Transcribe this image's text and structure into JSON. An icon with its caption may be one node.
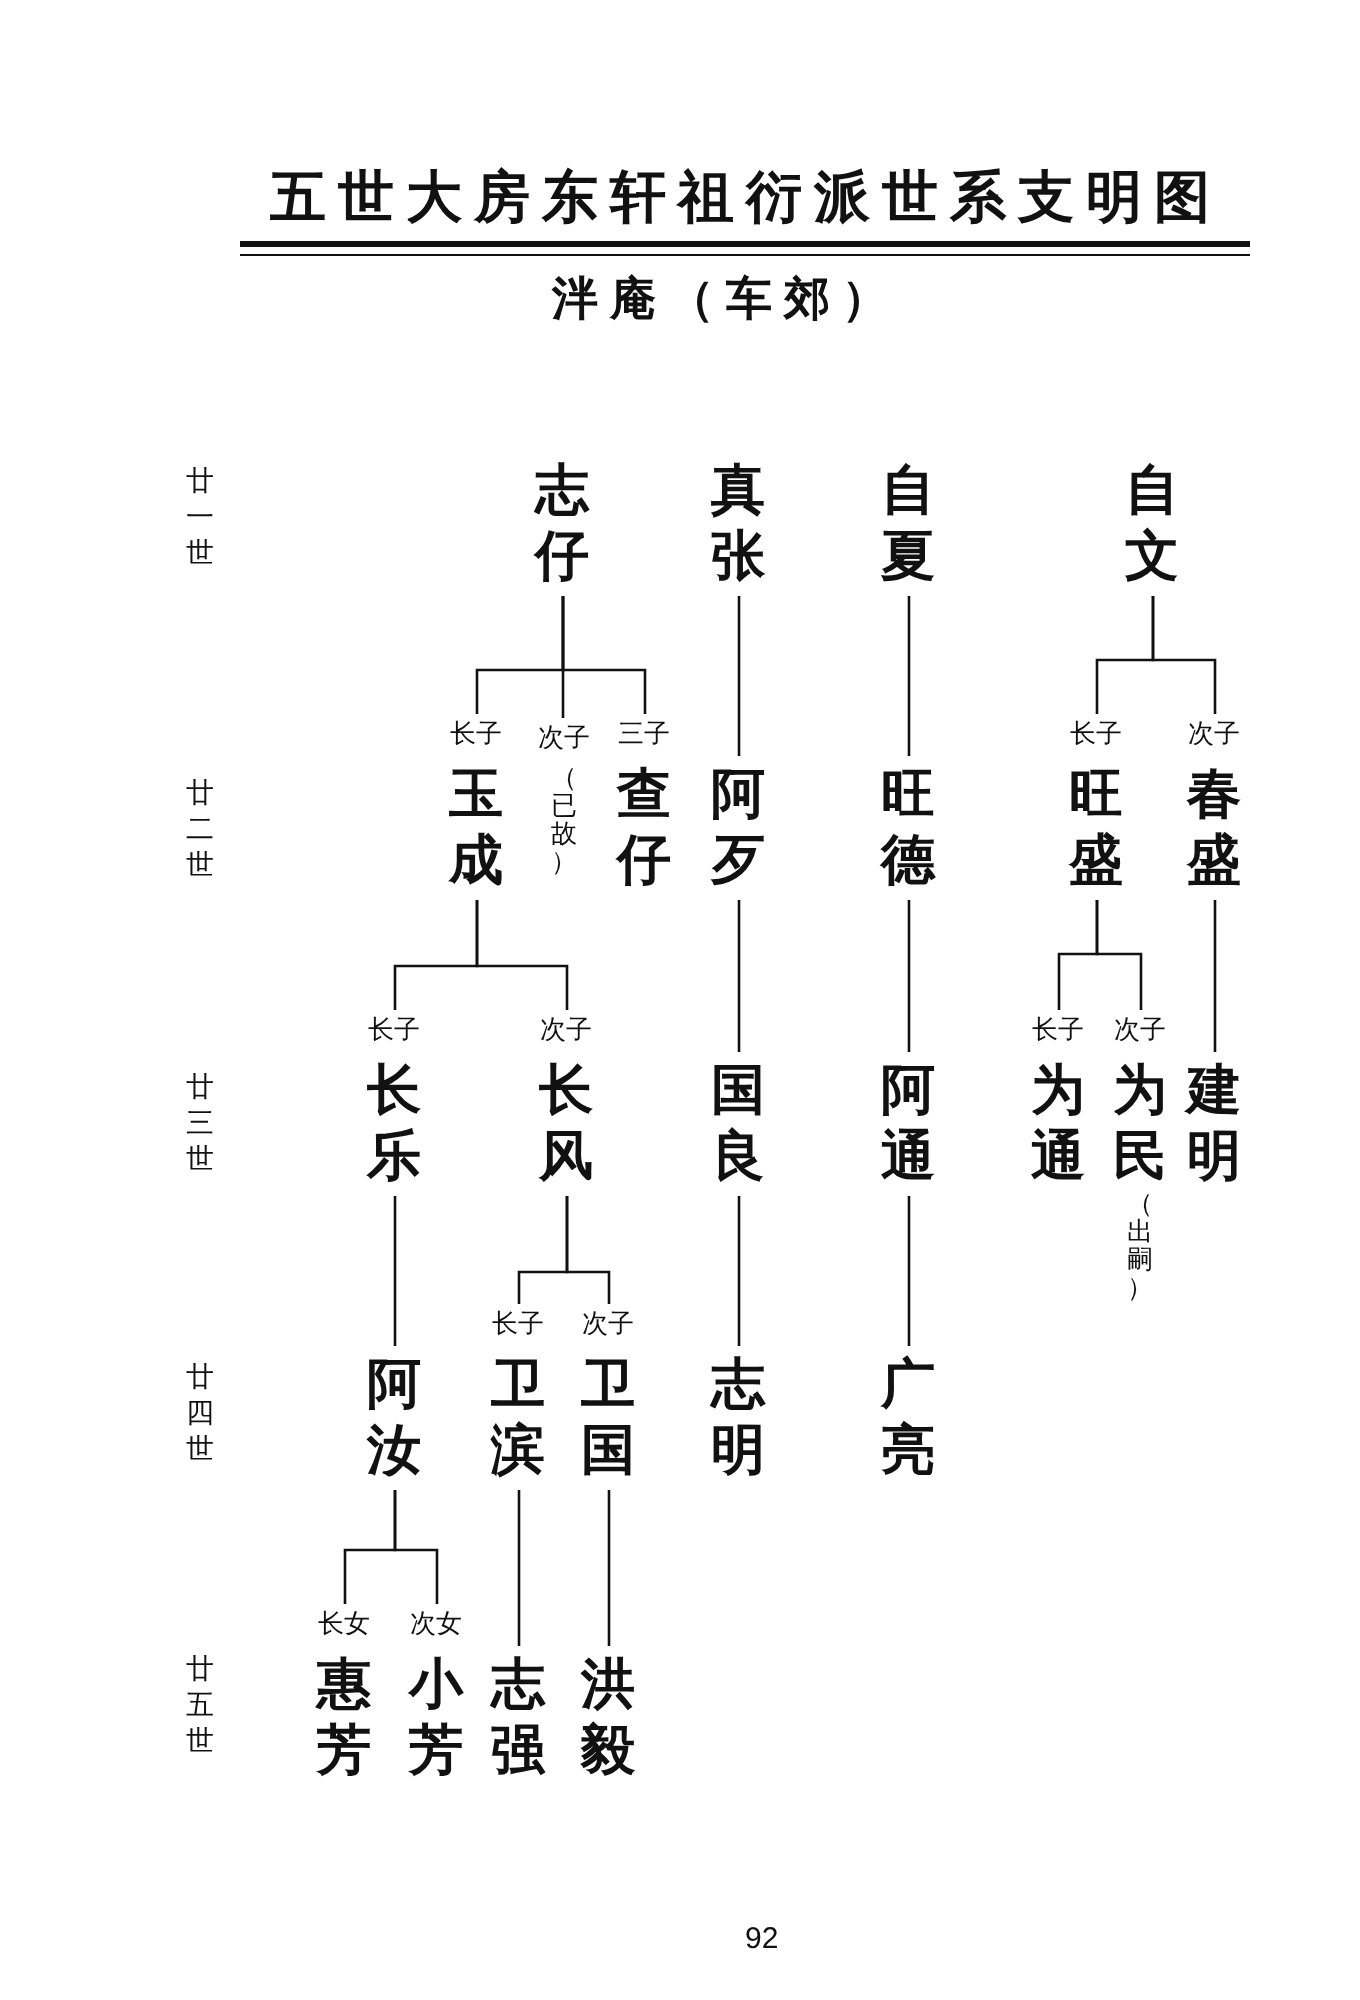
{
  "diagram": {
    "title": "五世大房东轩祖衍派世系支明图",
    "nodes": [
      {
        "text": [
          "志仔"
        ]
      },
      {
        "text": [
          "真张"
        ]
      },
      {
        "text": [
          "自夏"
        ]
      },
      {
        "text": [
          "自文"
        ]
      },
      {
        "text": [
          "玉成"
        ],
        "beside": [
          "长子"
        ]
      },
      {
        "text": [
          "（已故）"
        ],
        "beside": [
          "次子"
        ]
      },
      {
        "text": [
          "查仔"
        ],
        "beside": [
          "三子"
        ]
      },
      {
        "text": [
          "阿歹"
        ]
      },
      {
        "text": [
          "旺德"
        ]
      },
      {
        "text": [
          "旺盛"
        ],
        "beside": [
          "长子"
        ]
      },
      {
        "text": [
          "春盛"
        ],
        "beside": [
          "次子"
        ]
      },
      {
        "text": [
          "长乐"
        ],
        "beside": [
          "长子"
        ]
      },
      {
        "text": [
          "长风"
        ],
        "beside": [
          "次子"
        ]
      },
      {
        "text": [
          "国良"
        ]
      },
      {
        "text": [
          "阿通"
        ]
      },
      {
        "text": [
          "为通"
        ],
        "beside": [
          "长子"
        ]
      },
      {
        "text": [
          "为民",
          "（出嗣）"
        ],
        "beside": [
          "次子"
        ]
      },
      {
        "text": [
          "建明"
        ]
      },
      {
        "text": [
          "阿汝"
        ]
      },
      {
        "text": [
          "卫滨"
        ],
        "beside": [
          "长子"
        ]
      },
      {
        "text": [
          "卫国"
        ],
        "beside": [
          "次子"
        ]
      },
      {
        "text": [
          "志明"
        ]
      },
      {
        "text": [
          "广亮"
        ]
      },
      {
        "text": [
          "惠芳"
        ],
        "beside": [
          "长女"
        ]
      },
      {
        "text": [
          "小芳"
        ],
        "beside": [
          "次女"
        ]
      },
      {
        "text": [
          "志强"
        ]
      },
      {
        "text": [
          "洪毅"
        ]
      }
    ],
    "edges": [
      {
        "from": 0,
        "to": 4,
        "arrow": "none"
      },
      {
        "from": 0,
        "to": 5,
        "arrow": "none"
      },
      {
        "from": 0,
        "to": 6,
        "arrow": "none"
      },
      {
        "from": 1,
        "to": 7,
        "arrow": "none"
      },
      {
        "from": 2,
        "to": 8,
        "arrow": "none"
      },
      {
        "from": 3,
        "to": 9,
        "arrow": "none"
      },
      {
        "from": 3,
        "to": 10,
        "arrow": "none"
      },
      {
        "from": 4,
        "to": 11,
        "arrow": "none"
      },
      {
        "from": 4,
        "to": 12,
        "arrow": "none"
      },
      {
        "from": 7,
        "to": 13,
        "arrow": "none"
      },
      {
        "from": 8,
        "to": 14,
        "arrow": "none"
      },
      {
        "from": 9,
        "to": 15,
        "arrow": "none"
      },
      {
        "from": 9,
        "to": 16,
        "arrow": "none"
      },
      {
        "from": 10,
        "to": 17,
        "arrow": "none"
      },
      {
        "from": 11,
        "to": 18,
        "arrow": "none"
      },
      {
        "from": 12,
        "to": 19,
        "arrow": "none"
      },
      {
        "from": 12,
        "to": 20,
        "arrow": "none"
      },
      {
        "from": 13,
        "to": 21,
        "arrow": "none"
      },
      {
        "from": 14,
        "to": 22,
        "arrow": "none"
      },
      {
        "from": 18,
        "to": 23,
        "arrow": "none"
      },
      {
        "from": 18,
        "to": 24,
        "arrow": "none"
      },
      {
        "from": 19,
        "to": 25,
        "arrow": "none"
      },
      {
        "from": 20,
        "to": 26,
        "arrow": "none"
      }
    ],
    "labels": [
      "泮庵（车郊）",
      "廿一世",
      "廿二世",
      "廿三世",
      "廿四世",
      "廿五世",
      "92"
    ]
  }
}
